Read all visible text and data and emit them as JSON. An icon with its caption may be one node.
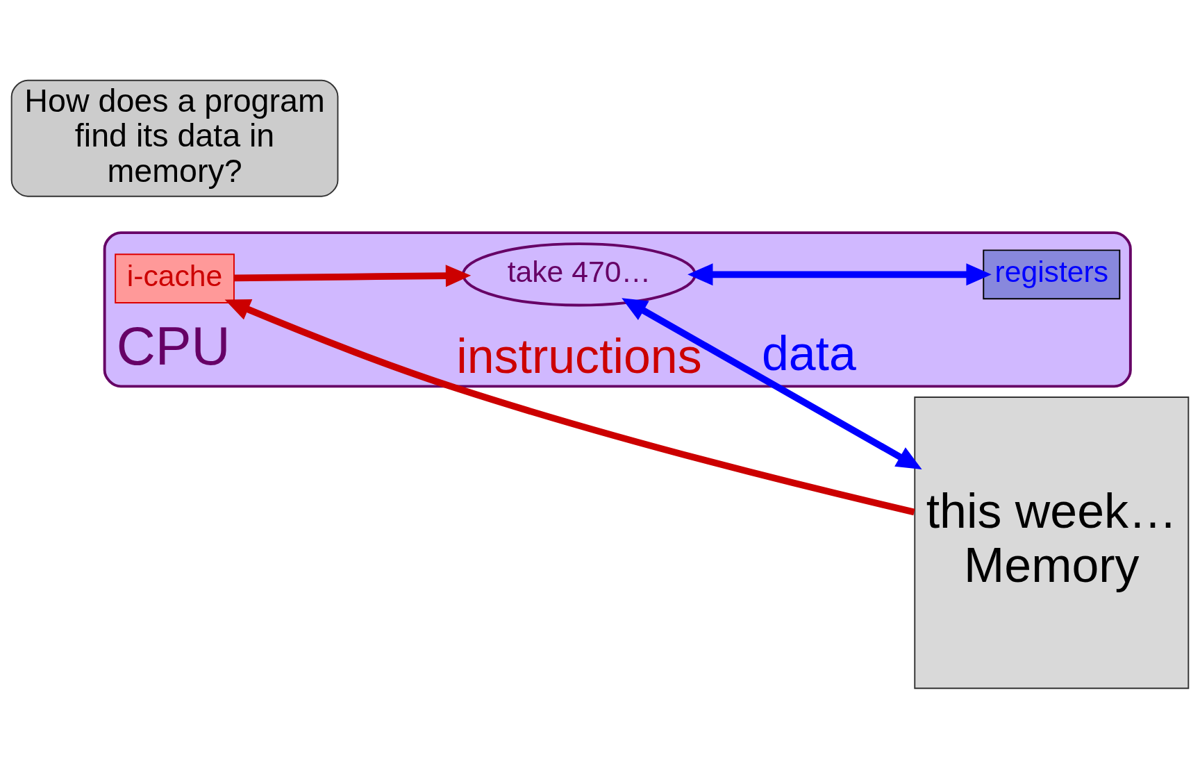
{
  "diagram": {
    "nodes": [
      {
        "text": [
          "CPU"
        ]
      },
      {
        "text": [
          "i-cache"
        ],
        "in": 0
      },
      {
        "text": [
          "take 470…"
        ],
        "in": 0
      },
      {
        "text": [
          "registers"
        ],
        "in": 0
      },
      {
        "text": [
          "this week…",
          "Memory"
        ]
      },
      {
        "text": [
          "How does a program find its data in memory?"
        ]
      }
    ],
    "edges": [
      {
        "from": 4,
        "to": 1,
        "arrow": "to",
        "label": "instructions",
        "color": "#cc0000"
      },
      {
        "from": 1,
        "to": 2,
        "arrow": "to",
        "color": "#cc0000"
      },
      {
        "from": 2,
        "to": 4,
        "arrow": "both",
        "label": "data",
        "color": "#0000ff"
      },
      {
        "from": 2,
        "to": 3,
        "arrow": "both",
        "color": "#0000ff"
      }
    ]
  }
}
